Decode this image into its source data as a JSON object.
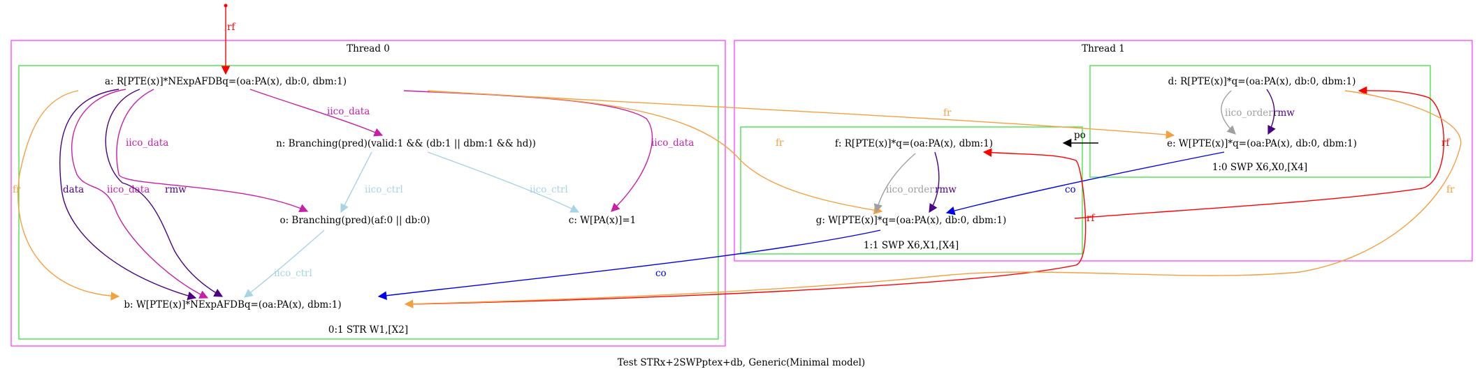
{
  "caption": "Test STRx+2SWPptex+db, Generic(Minimal model)",
  "colors": {
    "rf": "#ff0000",
    "fr": "#f5a040",
    "co": "#0000ee",
    "iico_data": "#c71fa6",
    "iico_ctrl": "#a8d4e4",
    "iico_order": "#a0a0a0",
    "rmw": "#4b0082",
    "data": "#4b0082",
    "po": "#000000",
    "thread_border": "#ff40ff",
    "instr_border": "#40e040"
  },
  "threads": [
    {
      "name": "Thread 0"
    },
    {
      "name": "Thread 1"
    }
  ],
  "instructions": [
    {
      "label": "0:1 STR W1,[X2]"
    },
    {
      "label": "1:1 SWP X6,X1,[X4]"
    },
    {
      "label": "1:0 SWP X6,X0,[X4]"
    }
  ],
  "events": {
    "a": "a: R[PTE(x)]*NExpAFDBq=(oa:PA(x), db:0, dbm:1)",
    "n": "n: Branching(pred)(valid:1 && (db:1 || dbm:1 && hd))",
    "o": "o: Branching(pred)(af:0 || db:0)",
    "c": "c: W[PA(x)]=1",
    "b": "b: W[PTE(x)]*NExpAFDBq=(oa:PA(x), dbm:1)",
    "f": "f: R[PTE(x)]*q=(oa:PA(x), dbm:1)",
    "g": "g: W[PTE(x)]*q=(oa:PA(x), db:0, dbm:1)",
    "d": "d: R[PTE(x)]*q=(oa:PA(x), db:0, dbm:1)",
    "e": "e: W[PTE(x)]*q=(oa:PA(x), db:0, dbm:1)"
  },
  "edge_labels": {
    "rf_init": "rf",
    "a_n": "iico_data",
    "a_o": "iico_data",
    "a_c": "iico_data",
    "a_b_iico": "iico_data",
    "a_b_data": "data",
    "a_b_rmw": "rmw",
    "a_b_fr": "fr",
    "a_e_fr": "fr",
    "a_g_fr": "fr",
    "n_o": "iico_ctrl",
    "n_c": "iico_ctrl",
    "o_b": "iico_ctrl",
    "f_g_order": "iico_order",
    "f_g_rmw": "rmw",
    "d_e_order": "iico_order",
    "d_e_rmw": "rmw",
    "po": "po",
    "e_g_co": "co",
    "g_b_co": "co",
    "g_d_rf": "rf",
    "g_f_rf": "rf",
    "d_b_fr": "fr"
  }
}
